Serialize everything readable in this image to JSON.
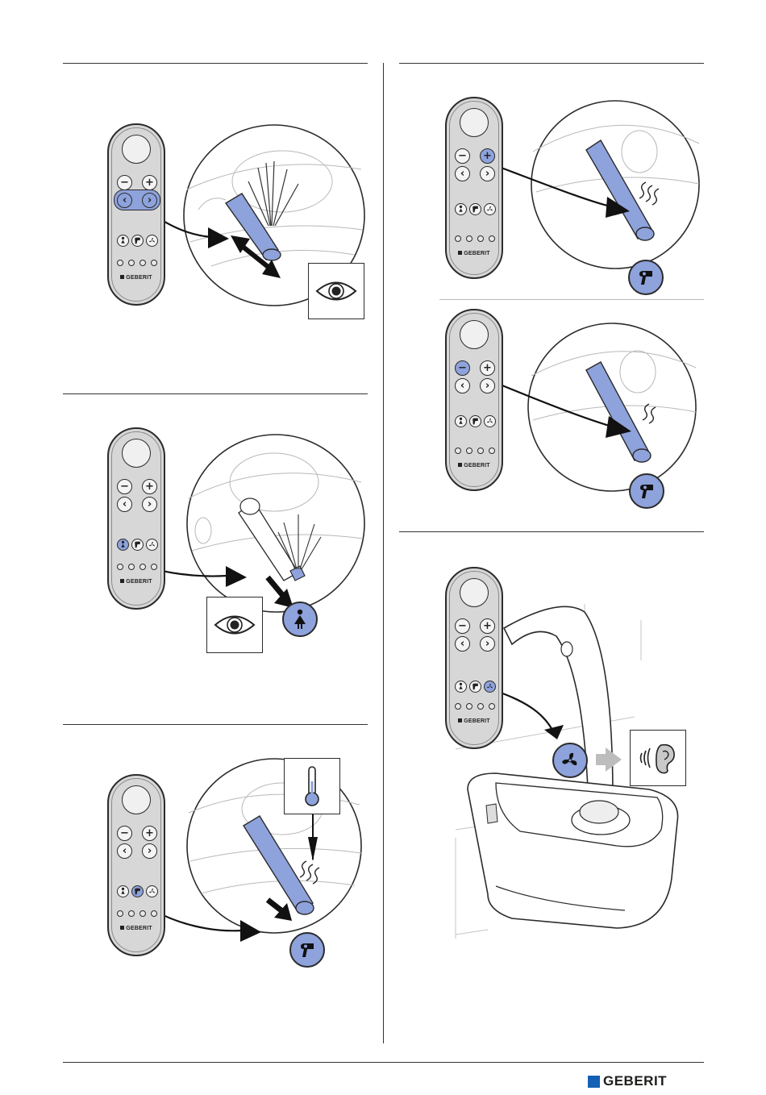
{
  "brand": {
    "name": "GEBERIT",
    "square_color": "#1460b4"
  },
  "remote": {
    "brand_label": "GEBERIT",
    "buttons": {
      "minus_label": "−",
      "plus_label": "+",
      "left_icon": "chevron-left-icon",
      "right_icon": "chevron-right-icon",
      "lady_icon": "lady-shower-icon",
      "dryer_icon": "dryer-icon",
      "fan_icon": "fan-icon"
    }
  },
  "colors": {
    "highlight": "#8ea2dc",
    "remote_body": "#d7d7d7",
    "line": "#2b2b2b"
  },
  "steps": [
    {
      "id": "adjust-spray-position",
      "active_buttons": [
        "left",
        "right"
      ],
      "symbols": [
        "eye-icon"
      ]
    },
    {
      "id": "lady-shower",
      "active_buttons": [
        "lady"
      ],
      "symbols": [
        "eye-icon",
        "lady-shower-icon"
      ]
    },
    {
      "id": "warm-air-dryer",
      "active_buttons": [
        "dryer"
      ],
      "symbols": [
        "thermometer-icon",
        "dryer-icon"
      ]
    },
    {
      "id": "dryer-intensity-plus",
      "active_buttons": [
        "plus"
      ],
      "symbols": [
        "dryer-icon"
      ]
    },
    {
      "id": "dryer-intensity-minus",
      "active_buttons": [
        "minus"
      ],
      "symbols": [
        "dryer-icon"
      ]
    },
    {
      "id": "odour-extraction",
      "active_buttons": [
        "fan"
      ],
      "symbols": [
        "fan-icon",
        "ear-icon"
      ]
    }
  ]
}
